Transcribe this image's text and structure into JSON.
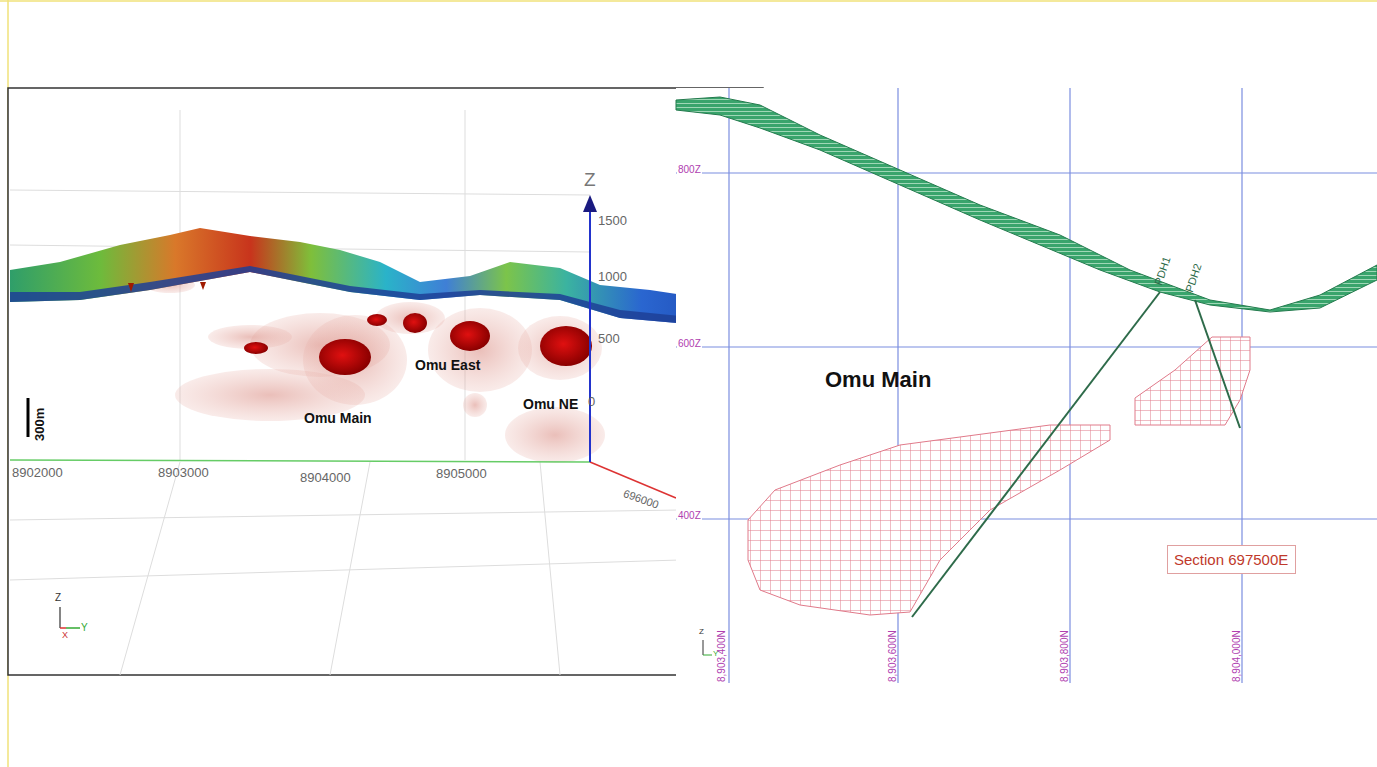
{
  "diagram": {
    "nodes": [
      {
        "text": [
          "Section 697500E"
        ]
      }
    ],
    "edges": [],
    "labels": [
      "Z",
      "1500",
      "1000",
      "500",
      "0",
      "Omu East",
      "Omu Main",
      "Omu NE",
      "300m",
      "8902000",
      "8903000",
      "8904000",
      "8905000",
      "696000",
      "Z",
      "X",
      "Y",
      "800Z",
      "600Z",
      "400Z",
      "PDH1",
      "PDH2",
      "Omu Main",
      "8,903,400N",
      "8,903,600N",
      "8,903,800N",
      "8,904,000N",
      "Z",
      "Y"
    ]
  }
}
